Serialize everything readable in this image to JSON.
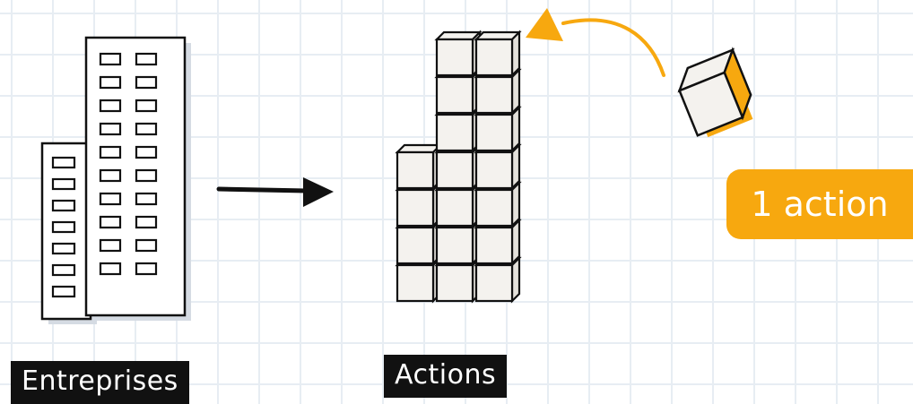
{
  "labels": {
    "entreprises": "Entreprises",
    "actions": "Actions"
  },
  "badge": {
    "text": "1 action"
  },
  "colors": {
    "accent": "#f7a80f",
    "ink": "#111111",
    "cube_face": "#f4f2ee",
    "building_shadow": "#d5dbe3",
    "grid": "#e7edf3"
  },
  "icons": [
    "building-icon",
    "arrow-right-icon",
    "cube-stack-icon",
    "cube-icon",
    "curved-arrow-icon"
  ]
}
